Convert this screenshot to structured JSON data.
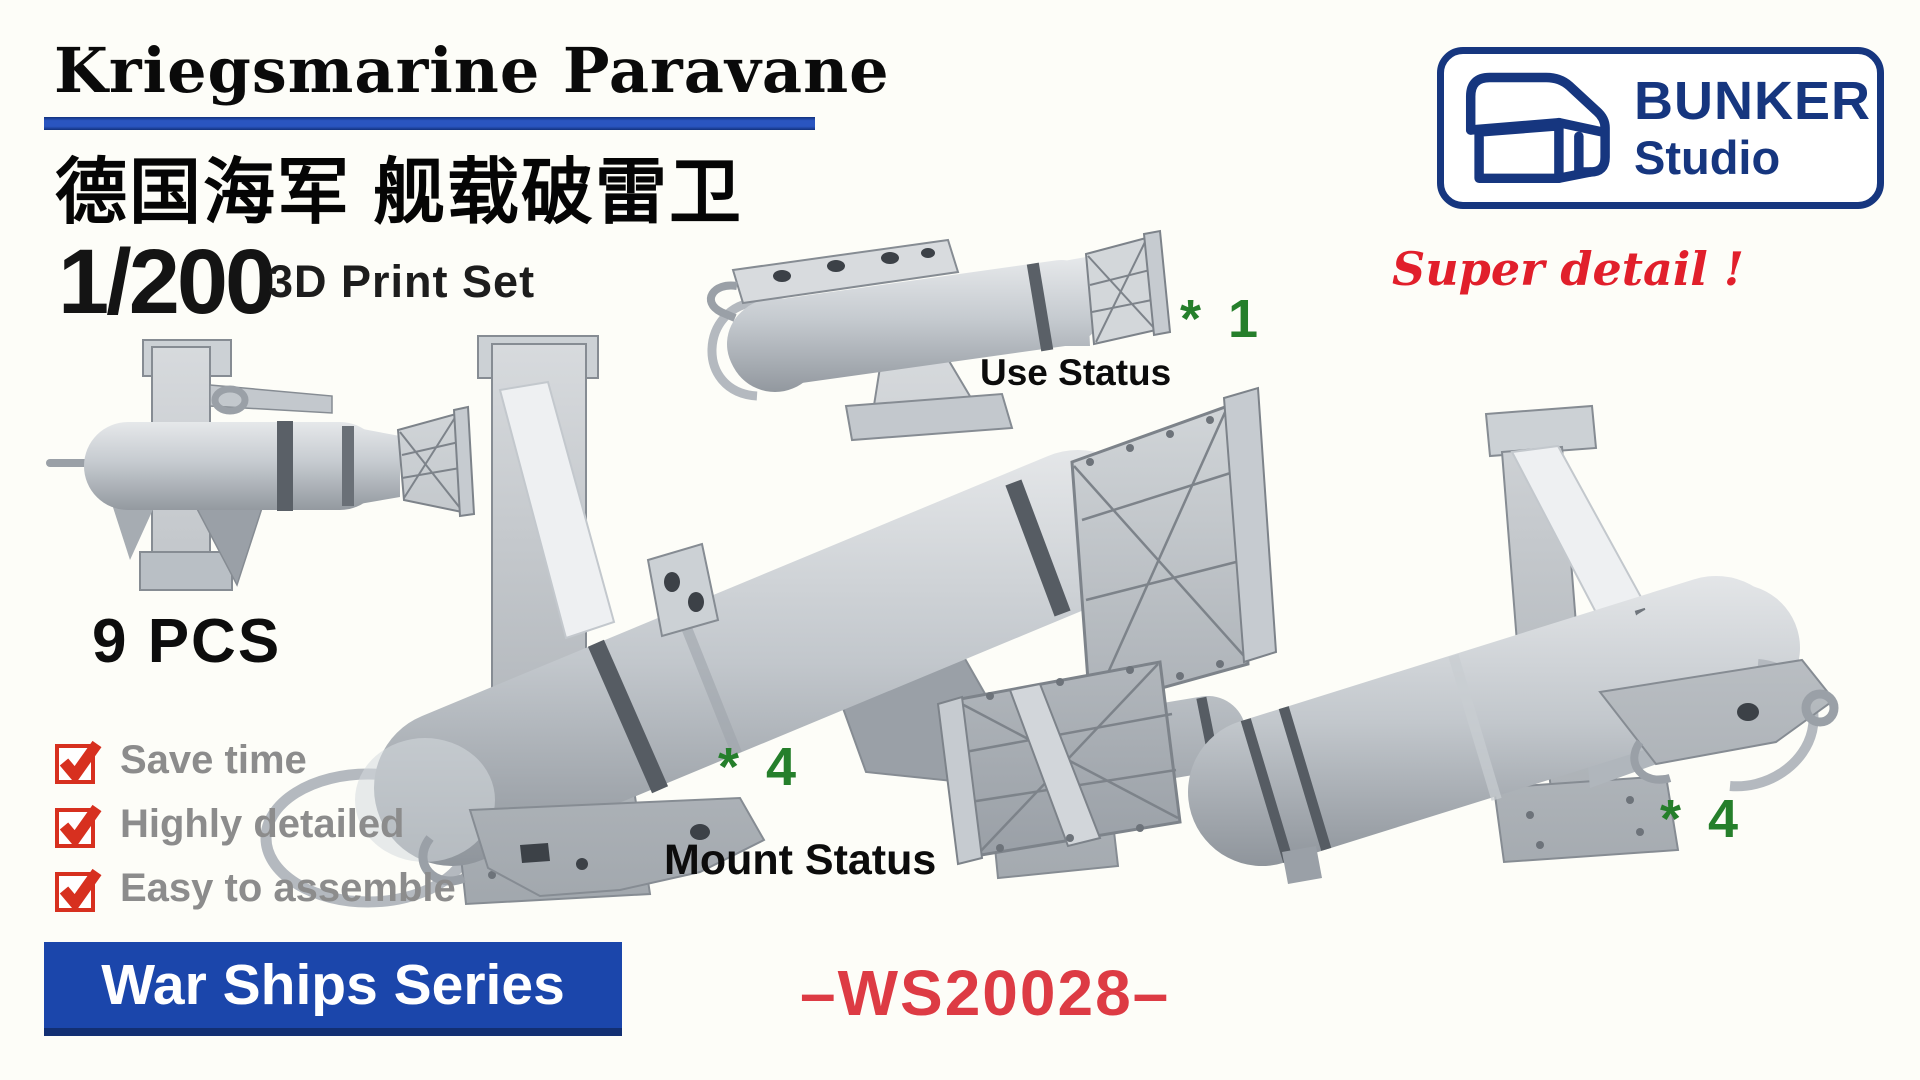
{
  "header": {
    "title": "Kriegsmarine Paravane",
    "subtitle_cn": "德国海军 舰载破雷卫",
    "scale": "1/200",
    "set_type": "3D Print Set"
  },
  "brand": {
    "name": "BUNKER",
    "sub": "Studio",
    "tagline": "Super detail !"
  },
  "annotations": {
    "use_qty": "* 1",
    "use_label": "Use Status",
    "mount_qty": "* 4",
    "mount_label": "Mount Status",
    "right_qty": "* 4"
  },
  "info": {
    "pieces": "9 PCS",
    "features": [
      "Save time",
      "Highly detailed",
      "Easy to assemble"
    ]
  },
  "footer": {
    "series": "War Ships Series",
    "code": "–WS20028–"
  },
  "colors": {
    "brand_blue": "#16367f",
    "underline_blue": "#2a55c0",
    "banner_blue": "#1b46ab",
    "accent_red": "#e11f2b",
    "check_red": "#d7301f",
    "code_red": "#dd3b44",
    "qty_green": "#257f2b",
    "feature_grey": "#8c8c8c",
    "render_grey": "#c2c7cc"
  }
}
